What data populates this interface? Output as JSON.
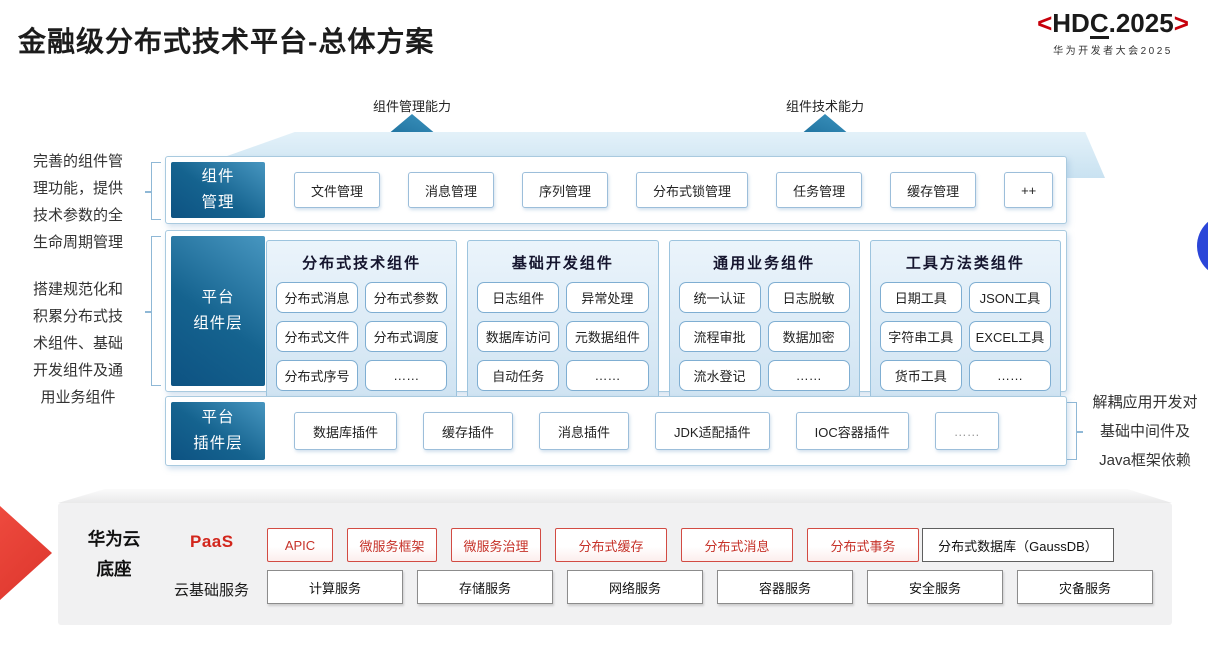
{
  "title": "金融级分布式技术平台-总体方案",
  "logo": {
    "bracket_left": "<",
    "text_pre": "HD",
    "text_c": "C",
    "text_post": ".2025",
    "bracket_right": ">",
    "subtitle": "华为开发者大会2025"
  },
  "arrows": {
    "management": "组件管理能力",
    "technology": "组件技术能力"
  },
  "annotations": {
    "left_top_lines": [
      "完善的组件管",
      "理功能，提供",
      "技术参数的全",
      "生命周期管理"
    ],
    "left_bottom_lines": [
      "搭建规范化和",
      "积累分布式技",
      "术组件、基础",
      "开发组件及通",
      "用业务组件"
    ],
    "right_lines": [
      "解耦应用开发对",
      "基础中间件及",
      "Java框架依赖"
    ]
  },
  "rows": {
    "component_mgmt": {
      "label_lines": [
        "组件",
        "管理"
      ],
      "items": [
        "文件管理",
        "消息管理",
        "序列管理",
        "分布式锁管理",
        "任务管理",
        "缓存管理",
        "++"
      ]
    },
    "platform_components": {
      "label_lines": [
        "平台",
        "组件层"
      ],
      "groups": [
        {
          "title": "分布式技术组件",
          "items": [
            "分布式消息",
            "分布式参数",
            "分布式文件",
            "分布式调度",
            "分布式序号",
            "……"
          ]
        },
        {
          "title": "基础开发组件",
          "items": [
            "日志组件",
            "异常处理",
            "数据库访问",
            "元数据组件",
            "自动任务",
            "……"
          ]
        },
        {
          "title": "通用业务组件",
          "items": [
            "统一认证",
            "日志脱敏",
            "流程审批",
            "数据加密",
            "流水登记",
            "……"
          ]
        },
        {
          "title": "工具方法类组件",
          "items": [
            "日期工具",
            "JSON工具",
            "字符串工具",
            "EXCEL工具",
            "货币工具",
            "……"
          ]
        }
      ]
    },
    "platform_plugins": {
      "label_lines": [
        "平台",
        "插件层"
      ],
      "items": [
        "数据库插件",
        "缓存插件",
        "消息插件",
        "JDK适配插件",
        "IOC容器插件",
        "……"
      ]
    }
  },
  "foundation": {
    "label_lines": [
      "华为云",
      "底座"
    ],
    "paas_label": "PaaS",
    "paas_items": [
      "APIC",
      "微服务框架",
      "微服务治理",
      "分布式缓存",
      "分布式消息",
      "分布式事务"
    ],
    "paas_item_db": "分布式数据库（GaussDB）",
    "iaas_label": "云基础服务",
    "iaas_items": [
      "计算服务",
      "存储服务",
      "网络服务",
      "容器服务",
      "安全服务",
      "灾备服务"
    ]
  },
  "colors": {
    "teal_label": "#15638f",
    "panel_blue": "#cfe3f2",
    "hdc_red": "#c7000b",
    "paas_red": "#c63229",
    "wedge_red": "#e84438",
    "circle_blue": "#2b46d8"
  }
}
